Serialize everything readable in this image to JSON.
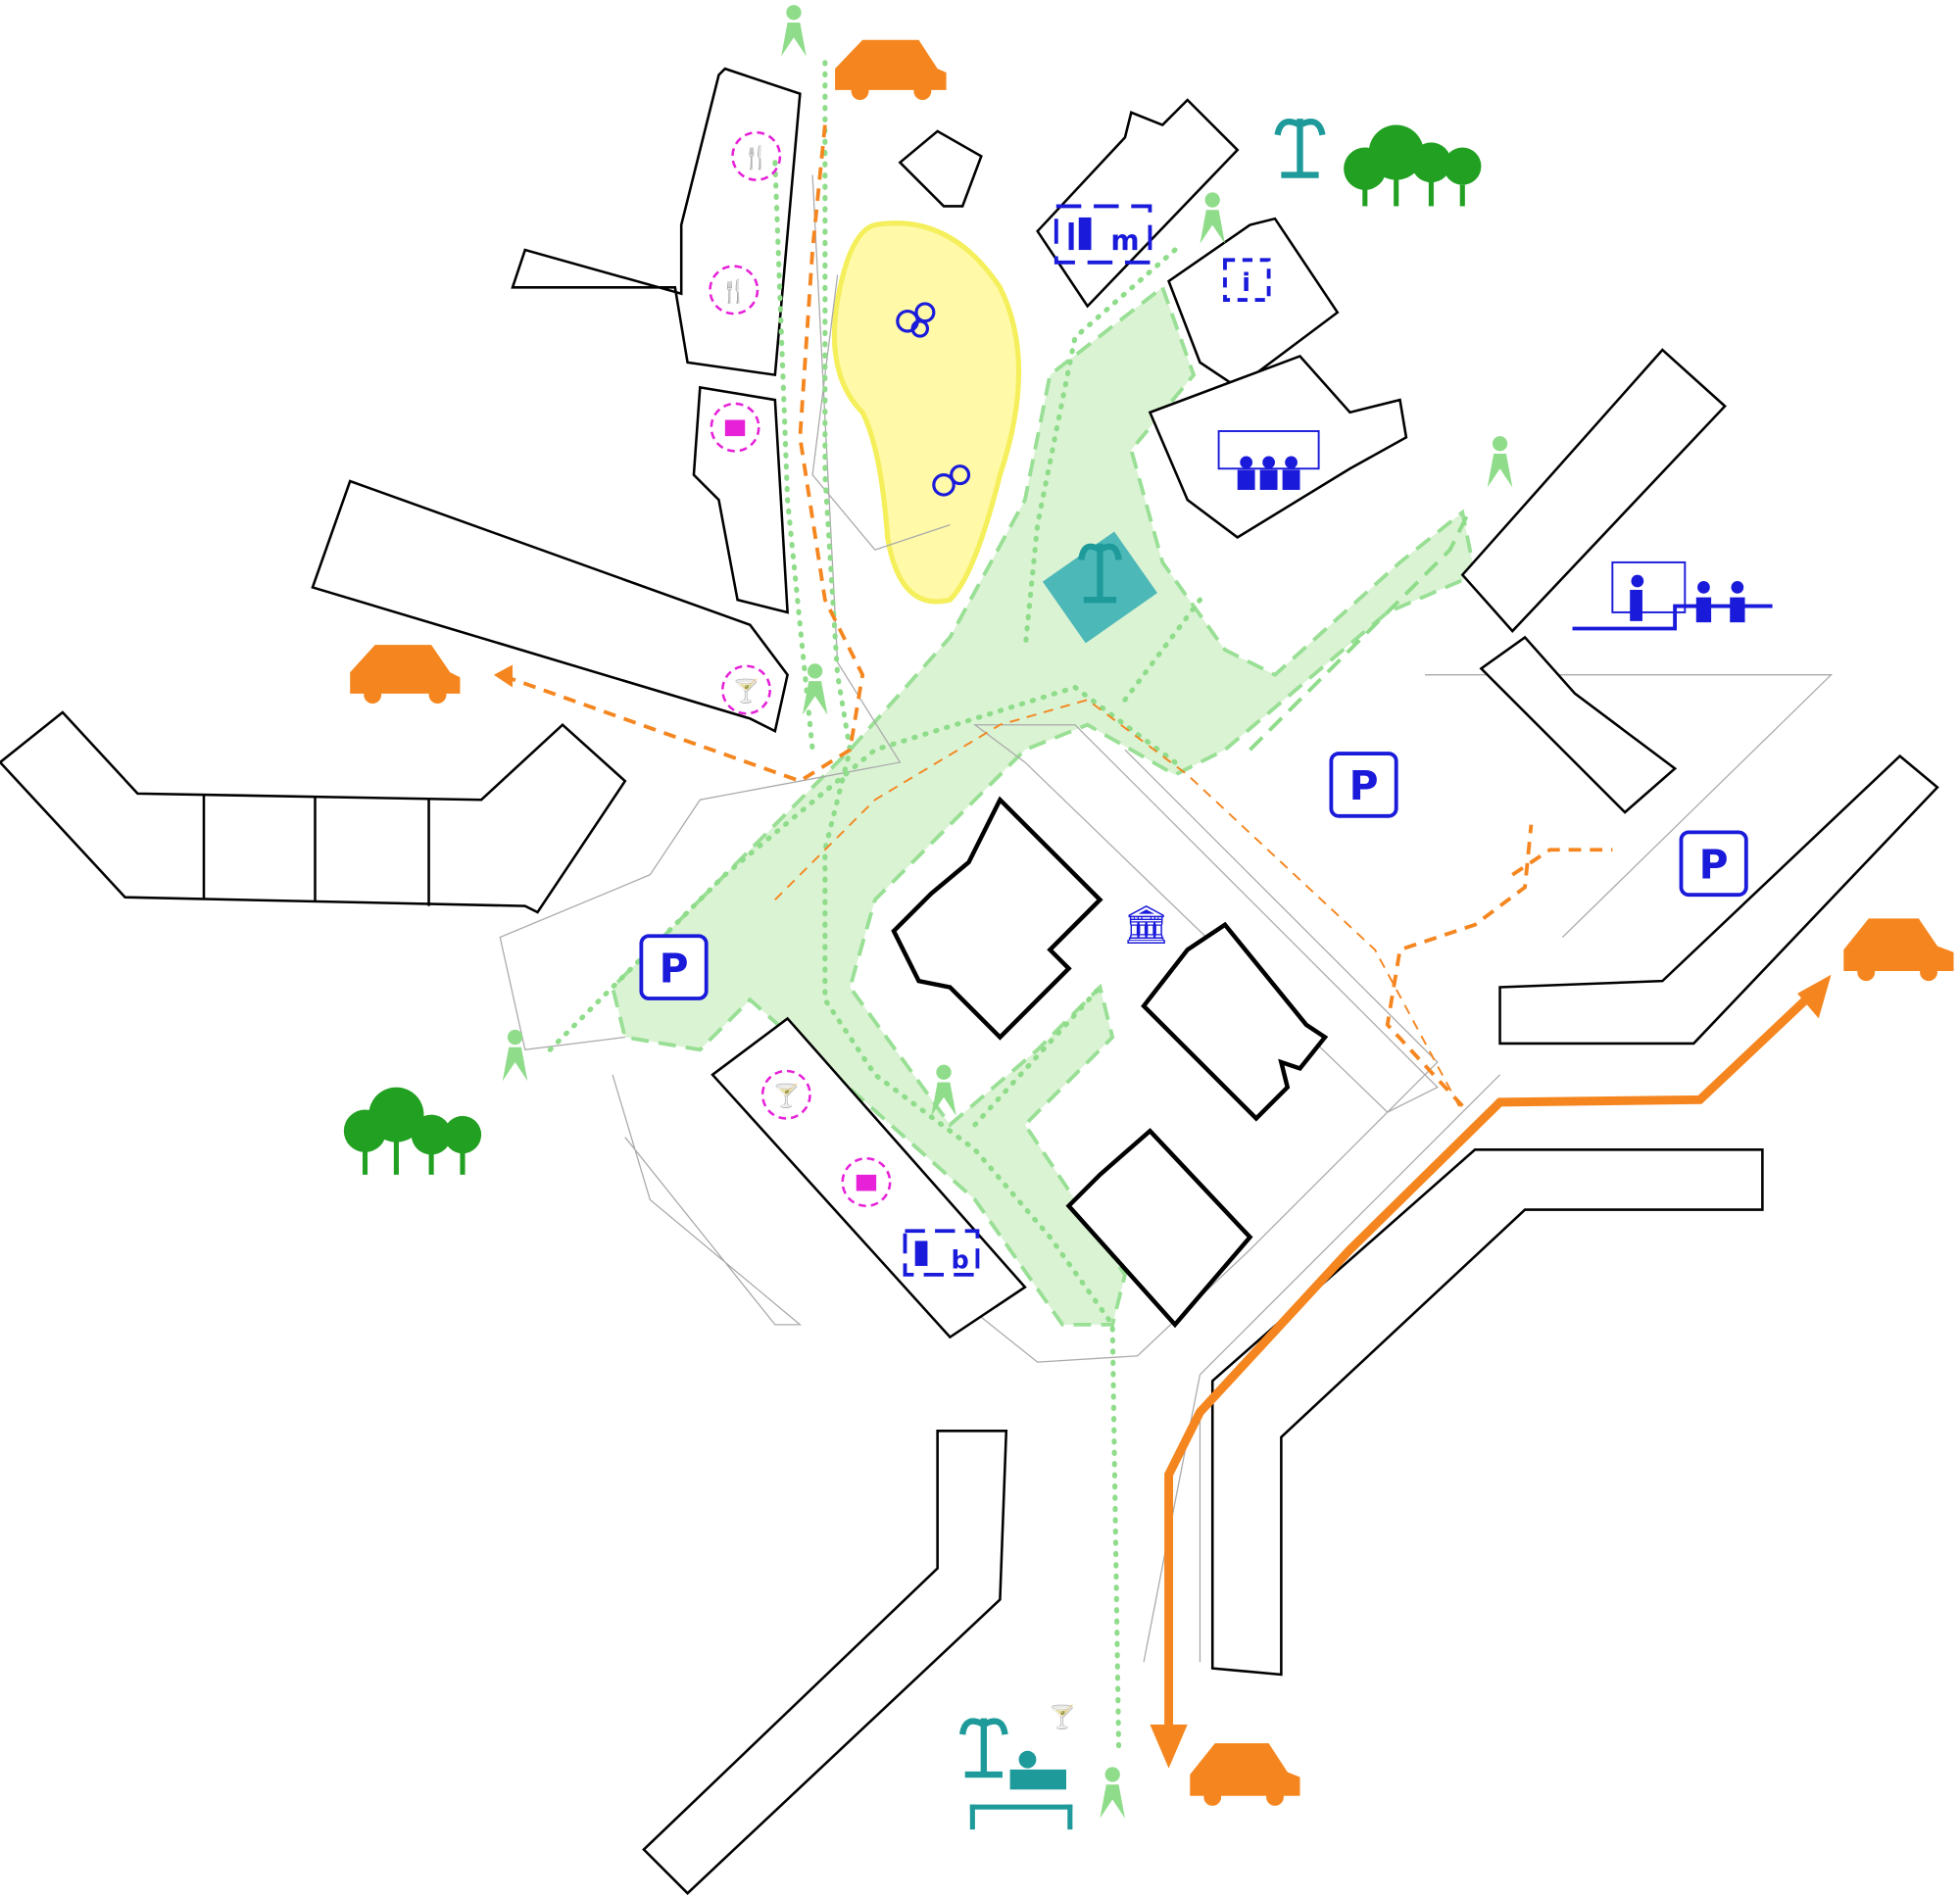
{
  "colors": {
    "pedestrian": "#8fdc8a",
    "vehicle": "#f5861f",
    "poi": "#1a1adb",
    "commerce": "#e621d8",
    "green_area": "#d6f2cf",
    "park": "#fff9a8",
    "water": "#1f9a9a",
    "trees": "#22a022"
  },
  "labels": {
    "parking_1": "P",
    "parking_2": "P",
    "parking_3": "P",
    "museum": "m",
    "library": "b",
    "info": "i"
  }
}
